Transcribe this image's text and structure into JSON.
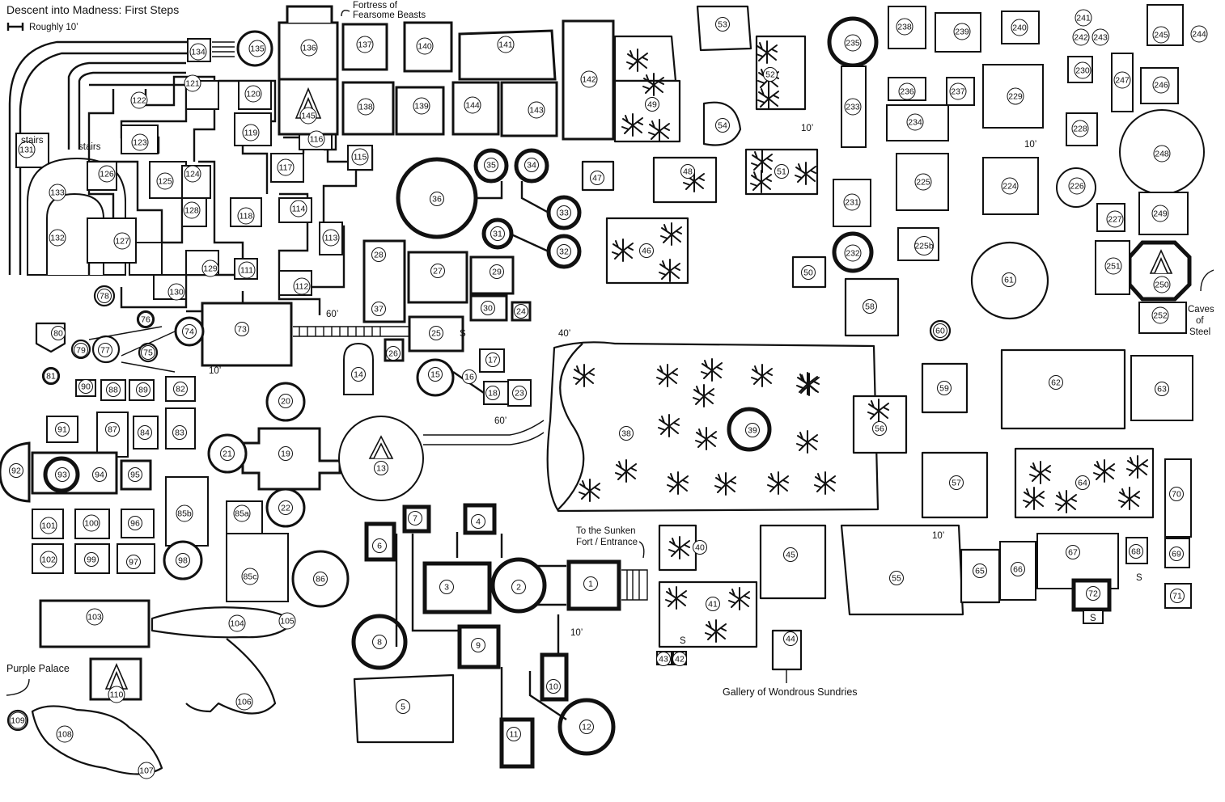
{
  "map": {
    "title": "Descent into Madness: First Steps",
    "scale_label": "Roughly 10’",
    "labels": {
      "fortress_line1": "Fortress of",
      "fortress_line2": "Fearsome Beasts",
      "stairs_a": "stairs",
      "stairs_b": "stairs",
      "purple_palace": "Purple Palace",
      "sunken_line1": "To the Sunken",
      "sunken_line2": "Fort / Entrance",
      "gallery": "Gallery of Wondrous Sundries",
      "caves_line1": "Caves",
      "caves_line2": "of",
      "caves_line3": "Steel",
      "dist_60a": "60’",
      "dist_60b": "60’",
      "dist_40": "40’",
      "ten_a": "10’",
      "ten_b": "10’",
      "ten_c": "10’",
      "ten_d": "10’",
      "ten_e": "10’",
      "secret_a": "S",
      "secret_b": "S",
      "secret_c": "S",
      "secret_d": "S"
    },
    "rooms": [
      "1",
      "2",
      "3",
      "4",
      "5",
      "6",
      "7",
      "8",
      "9",
      "10",
      "11",
      "12",
      "13",
      "14",
      "15",
      "16",
      "17",
      "18",
      "19",
      "20",
      "21",
      "22",
      "23",
      "24",
      "25",
      "26",
      "27",
      "28",
      "29",
      "30",
      "31",
      "32",
      "33",
      "34",
      "35",
      "36",
      "37",
      "38",
      "39",
      "40",
      "41",
      "42",
      "43",
      "44",
      "45",
      "46",
      "47",
      "48",
      "49",
      "50",
      "51",
      "52",
      "53",
      "54",
      "55",
      "56",
      "57",
      "58",
      "59",
      "60",
      "61",
      "62",
      "63",
      "64",
      "65",
      "66",
      "67",
      "68",
      "69",
      "70",
      "71",
      "72",
      "73",
      "74",
      "75",
      "76",
      "77",
      "78",
      "79",
      "80",
      "81",
      "82",
      "83",
      "84",
      "85a",
      "85b",
      "85c",
      "86",
      "87",
      "88",
      "89",
      "90",
      "91",
      "92",
      "93",
      "94",
      "95",
      "96",
      "97",
      "98",
      "99",
      "100",
      "101",
      "102",
      "103",
      "104",
      "105",
      "106",
      "107",
      "108",
      "109",
      "110",
      "111",
      "112",
      "113",
      "114",
      "115",
      "116",
      "117",
      "118",
      "119",
      "120",
      "121",
      "122",
      "123",
      "124",
      "125",
      "126",
      "127",
      "128",
      "129",
      "130",
      "131",
      "132",
      "133",
      "134",
      "135",
      "136",
      "137",
      "138",
      "139",
      "140",
      "141",
      "142",
      "143",
      "144",
      "145",
      "224",
      "225",
      "225b",
      "226",
      "227",
      "228",
      "229",
      "230",
      "231",
      "232",
      "233",
      "234",
      "235",
      "236",
      "237",
      "238",
      "239",
      "240",
      "241",
      "242",
      "243",
      "244",
      "245",
      "246",
      "247",
      "248",
      "249",
      "250",
      "251",
      "252"
    ]
  }
}
